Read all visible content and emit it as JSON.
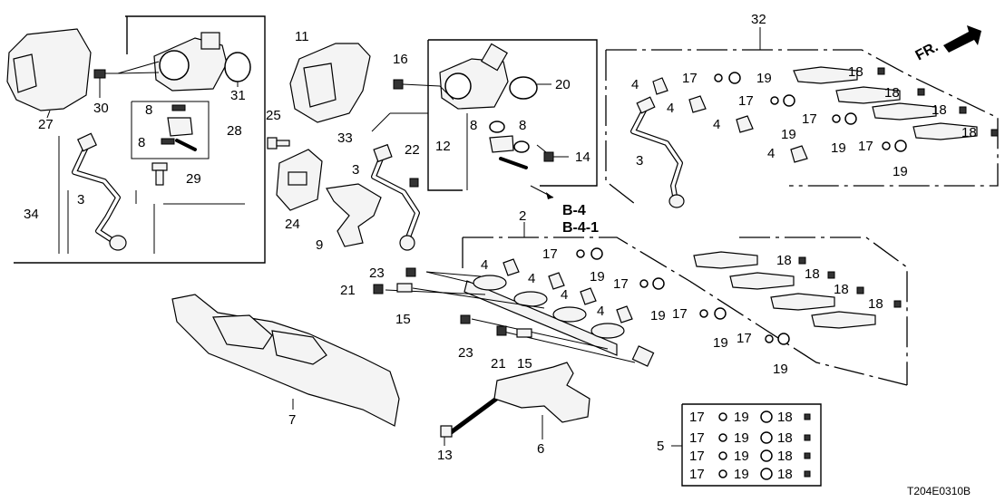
{
  "labels": {
    "p27": "27",
    "p30": "30",
    "p31": "31",
    "p28": "28",
    "p8a": "8",
    "p8b": "8",
    "p29": "29",
    "p3a": "3",
    "p34": "34",
    "p11": "11",
    "p16": "16",
    "p20": "20",
    "p25": "25",
    "p33": "33",
    "p8c": "8",
    "p8d": "8",
    "p12": "12",
    "p14": "14",
    "p22": "22",
    "p3b": "3",
    "p24": "24",
    "p9": "9",
    "p32": "32",
    "p4a": "4",
    "p4b": "4",
    "p4c": "4",
    "p4d": "4",
    "p3c": "3",
    "p17a": "17",
    "p19a": "19",
    "p17b": "17",
    "p19b": "19",
    "p17c": "17",
    "p19c": "19",
    "p17d": "17",
    "p19d": "19",
    "p18a": "18",
    "p18b": "18",
    "p18c": "18",
    "p18d": "18",
    "p2": "2",
    "p4e": "4",
    "p4f": "4",
    "p4g": "4",
    "p4h": "4",
    "p17e": "17",
    "p19e": "19",
    "p17f": "17",
    "p19f": "19",
    "p17g": "17",
    "p19g": "19",
    "p17h": "17",
    "p19h": "19",
    "p18e": "18",
    "p18f": "18",
    "p18g": "18",
    "p18h": "18",
    "p23a": "23",
    "p21a": "21",
    "p15a": "15",
    "p23b": "23",
    "p21b": "21",
    "p15b": "15",
    "p7": "7",
    "p13": "13",
    "p6": "6",
    "p5": "5",
    "k17a": "17",
    "k19a": "19",
    "k18a": "18",
    "k17b": "17",
    "k19b": "19",
    "k18b": "18",
    "k17c": "17",
    "k19c": "19",
    "k18c": "18",
    "k17d": "17",
    "k19d": "19",
    "k18d": "18"
  },
  "references": {
    "ref1": "B-4",
    "ref2": "B-4-1"
  },
  "direction": {
    "label": "FR."
  },
  "diagram_code": "T204E0310B"
}
